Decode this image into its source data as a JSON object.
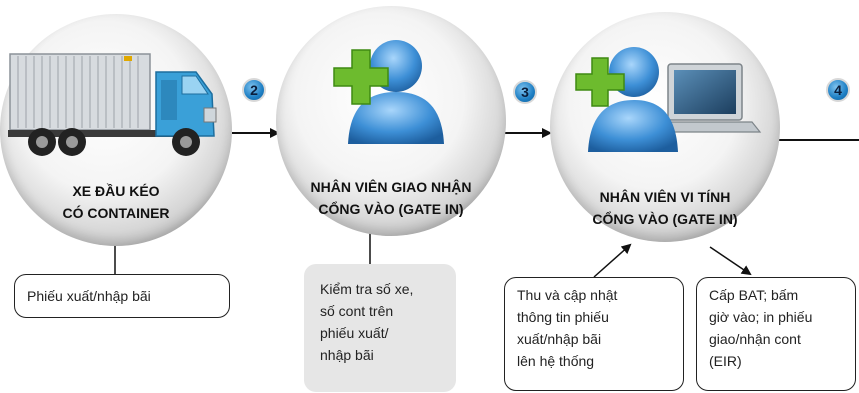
{
  "steps": [
    {
      "label_lines": [
        "XE ĐẦU KÉO",
        "CÓ CONTAINER"
      ],
      "icon": "truck-icon"
    },
    {
      "label_lines": [
        "NHÂN VIÊN GIAO NHẬN",
        "CỔNG VÀO (GATE IN)"
      ],
      "icon": "user-add-icon"
    },
    {
      "label_lines": [
        "NHÂN VIÊN VI TÍNH",
        "CỔNG VÀO (GATE IN)"
      ],
      "icon": "user-computer-icon"
    }
  ],
  "badges": [
    "2",
    "3",
    "4"
  ],
  "notes": [
    {
      "lines": [
        "Phiếu xuất/nhập bãi"
      ]
    },
    {
      "lines": [
        "Kiểm tra số xe,",
        "số cont trên",
        "phiếu xuất/",
        "nhập bãi"
      ]
    },
    {
      "lines": [
        "Thu và cập nhật",
        "thông tin phiếu",
        "xuất/nhập bãi",
        "lên hệ thống"
      ]
    },
    {
      "lines": [
        "Cấp BAT; bấm",
        "giờ vào; in phiếu",
        "giao/nhận cont",
        "(EIR)"
      ]
    }
  ],
  "colors": {
    "badge": "#1e7fc4",
    "plus": "#6dbb2e",
    "person": "#3d8fd6",
    "arrow": "#111111"
  }
}
